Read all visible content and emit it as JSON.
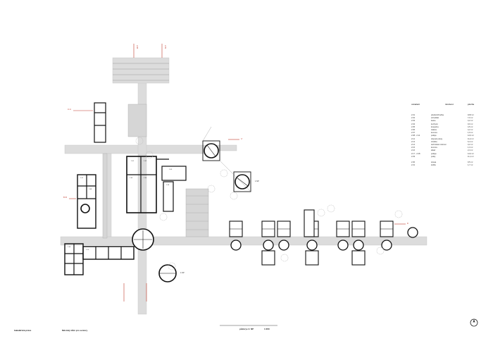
{
  "legend": {
    "headers": [
      "označení",
      "místnost",
      "plocha"
    ],
    "rows": [
      [
        "2.01",
        "předsíň/chodba",
        "18,8 m²"
      ],
      [
        "2.02",
        "schodiště",
        "7,0 m²"
      ],
      [
        "2.03",
        "šatna",
        "4,2 m²"
      ],
      [
        "2.04",
        "kuchyně",
        "9,0 m²"
      ],
      [
        "2.05",
        "koupelna",
        "4,5 m²"
      ],
      [
        "2.06",
        "toaleta",
        "4,2 m²"
      ],
      [
        "2.07",
        "komora",
        "1,9 m²"
      ],
      [
        "2.08 - 2.11",
        "pokoje",
        "12,0 m²"
      ],
      [
        "2.12",
        "obývací pokoj",
        "11,2 m²"
      ],
      [
        "2.13",
        "chodba",
        "6,4 m²"
      ],
      [
        "2.14",
        "technická místnost",
        "3,2 m²"
      ],
      [
        "2.15",
        "komora",
        "1,3 m²"
      ],
      [
        "2.16",
        "sklad",
        "2,4 m²"
      ],
      [
        "2.17 - 2.28",
        "pokoje",
        "12,0 m²"
      ],
      [
        "2.29",
        "pokoj",
        "11,1 m²"
      ],
      [
        "",
        "",
        ""
      ],
      [
        "2.30",
        "terasa",
        "9,5 m²"
      ],
      [
        "2.31",
        "lodžie",
        "1,7 m²"
      ]
    ]
  },
  "section_marks": {
    "top_left": "2.08",
    "top_right": "2.09",
    "left_1": "A'-A",
    "left_2": "B'-B",
    "right_1": "C'",
    "right_2": "D"
  },
  "detail_labels": {
    "tower_top": "1.NP",
    "tower_bottom": "1.NP"
  },
  "room_numbers": [
    "2.01",
    "2.02",
    "2.03",
    "2.04",
    "2.05",
    "2.06",
    "2.07",
    "2.08",
    "2.09",
    "2.10"
  ],
  "footer": {
    "left": "bakalářská práce",
    "middle": "Městský dům pro seniory",
    "scale_caption": "půdorys 2. NP",
    "scale_value": "1:200"
  },
  "colors": {
    "wall": "#111111",
    "road": "#dcdcdc",
    "road_edge": "#b8b8b8",
    "section_red": "#c0392b",
    "tree": "#bdbdbd"
  },
  "icons": [
    "north-arrow-icon",
    "tree-icon"
  ]
}
